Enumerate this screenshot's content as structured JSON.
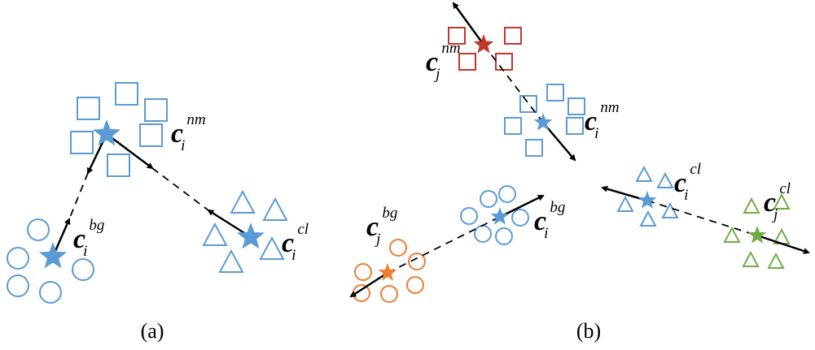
{
  "colors": {
    "blue": "#5b9bd5",
    "red": "#c0392b",
    "orange": "#ed7d31",
    "green": "#70ad47",
    "arrow": "#000000"
  },
  "captions": {
    "a": "(a)",
    "b": "(b)"
  },
  "labels": {
    "a_nm": {
      "base": "c",
      "sub": "i",
      "sup": "nm"
    },
    "a_bg": {
      "base": "c",
      "sub": "i",
      "sup": "bg"
    },
    "a_cl": {
      "base": "c",
      "sub": "i",
      "sup": "cl"
    },
    "b_nm_j": {
      "base": "c",
      "sub": "j",
      "sup": "nm"
    },
    "b_nm_i": {
      "base": "c",
      "sub": "i",
      "sup": "nm"
    },
    "b_bg_j": {
      "base": "c",
      "sub": "j",
      "sup": "bg"
    },
    "b_bg_i": {
      "base": "c",
      "sub": "i",
      "sup": "bg"
    },
    "b_cl_i": {
      "base": "c",
      "sub": "i",
      "sup": "cl"
    },
    "b_cl_j": {
      "base": "c",
      "sub": "j",
      "sup": "cl"
    }
  },
  "icons": [
    "square-marker-icon",
    "circle-marker-icon",
    "triangle-marker-icon",
    "star-centroid-icon",
    "arrow-icon"
  ]
}
